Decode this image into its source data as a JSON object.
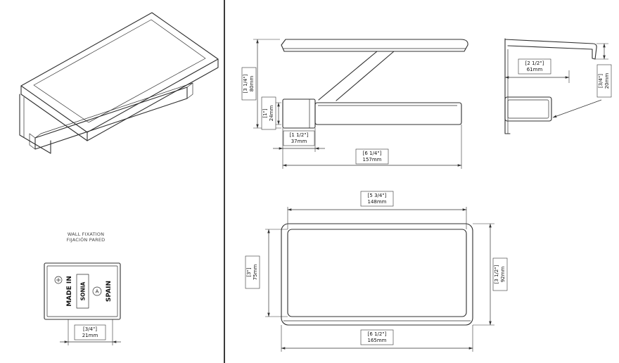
{
  "colors": {
    "line": "#333333",
    "background": "#ffffff"
  },
  "wall_fixation": {
    "title_en": "WALL FIXATION",
    "title_es": "FIJACIÓN PARED",
    "plate": {
      "made_in": "MADE IN",
      "brand": "SONIA",
      "cert_mark": "A",
      "spain": "SPAIN"
    },
    "dim_width": {
      "in": "[3/4\"]",
      "mm": "21mm"
    }
  },
  "front_view": {
    "dim_total_height": {
      "in": "[3 1/4\"]",
      "mm": "80mm"
    },
    "dim_bar_height": {
      "in": "[1\"]",
      "mm": "24mm"
    },
    "dim_bracket_width": {
      "in": "[1 1/2\"]",
      "mm": "37mm"
    },
    "dim_total_width": {
      "in": "[6 1/4\"]",
      "mm": "157mm"
    }
  },
  "side_view": {
    "dim_depth": {
      "in": "[2 1/2\"]",
      "mm": "61mm"
    },
    "dim_rail_height": {
      "in": "[3/4\"]",
      "mm": "20mm"
    }
  },
  "top_view": {
    "dim_inner_width": {
      "in": "[5 3/4\"]",
      "mm": "148mm"
    },
    "dim_inner_depth": {
      "in": "[3\"]",
      "mm": "75mm"
    },
    "dim_total_depth": {
      "in": "[3 1/2\"]",
      "mm": "92mm"
    },
    "dim_total_width": {
      "in": "[6 1/2\"]",
      "mm": "165mm"
    }
  }
}
